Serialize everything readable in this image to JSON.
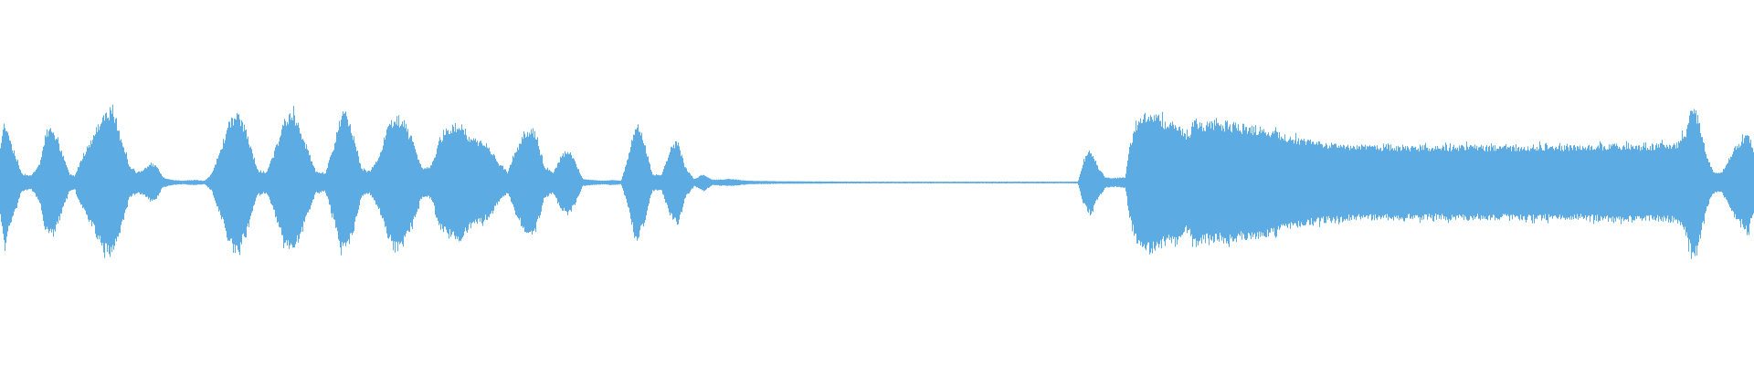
{
  "waveform": {
    "color": "#5dabe3",
    "background": "#ffffff",
    "envelope": [
      [
        0,
        0.38
      ],
      [
        5,
        0.72
      ],
      [
        14,
        0.4
      ],
      [
        24,
        0.1
      ],
      [
        34,
        0.08
      ],
      [
        44,
        0.22
      ],
      [
        50,
        0.58
      ],
      [
        58,
        0.62
      ],
      [
        66,
        0.4
      ],
      [
        76,
        0.1
      ],
      [
        82,
        0.08
      ],
      [
        90,
        0.3
      ],
      [
        98,
        0.45
      ],
      [
        106,
        0.62
      ],
      [
        114,
        0.8
      ],
      [
        122,
        0.84
      ],
      [
        128,
        0.66
      ],
      [
        136,
        0.42
      ],
      [
        142,
        0.17
      ],
      [
        150,
        0.12
      ],
      [
        158,
        0.15
      ],
      [
        166,
        0.22
      ],
      [
        172,
        0.18
      ],
      [
        178,
        0.06
      ],
      [
        188,
        0.03
      ],
      [
        200,
        0.02
      ],
      [
        212,
        0.03
      ],
      [
        224,
        0.02
      ],
      [
        232,
        0.1
      ],
      [
        242,
        0.4
      ],
      [
        252,
        0.72
      ],
      [
        262,
        0.78
      ],
      [
        272,
        0.52
      ],
      [
        282,
        0.14
      ],
      [
        292,
        0.12
      ],
      [
        302,
        0.4
      ],
      [
        312,
        0.74
      ],
      [
        322,
        0.78
      ],
      [
        334,
        0.46
      ],
      [
        346,
        0.12
      ],
      [
        356,
        0.1
      ],
      [
        366,
        0.45
      ],
      [
        374,
        0.8
      ],
      [
        384,
        0.66
      ],
      [
        396,
        0.16
      ],
      [
        404,
        0.12
      ],
      [
        414,
        0.28
      ],
      [
        424,
        0.62
      ],
      [
        432,
        0.78
      ],
      [
        442,
        0.7
      ],
      [
        452,
        0.48
      ],
      [
        462,
        0.16
      ],
      [
        472,
        0.18
      ],
      [
        482,
        0.52
      ],
      [
        492,
        0.62
      ],
      [
        504,
        0.66
      ],
      [
        514,
        0.52
      ],
      [
        526,
        0.46
      ],
      [
        536,
        0.4
      ],
      [
        546,
        0.22
      ],
      [
        556,
        0.12
      ],
      [
        566,
        0.4
      ],
      [
        576,
        0.6
      ],
      [
        586,
        0.58
      ],
      [
        596,
        0.18
      ],
      [
        606,
        0.12
      ],
      [
        614,
        0.3
      ],
      [
        622,
        0.38
      ],
      [
        630,
        0.24
      ],
      [
        638,
        0.04
      ],
      [
        648,
        0.03
      ],
      [
        660,
        0.02
      ],
      [
        670,
        0.03
      ],
      [
        680,
        0.02
      ],
      [
        688,
        0.3
      ],
      [
        696,
        0.7
      ],
      [
        704,
        0.52
      ],
      [
        714,
        0.1
      ],
      [
        724,
        0.08
      ],
      [
        734,
        0.4
      ],
      [
        742,
        0.48
      ],
      [
        750,
        0.18
      ],
      [
        760,
        0.04
      ],
      [
        770,
        0.1
      ],
      [
        780,
        0.03
      ],
      [
        800,
        0.04
      ],
      [
        820,
        0.02
      ],
      [
        850,
        0.015
      ],
      [
        900,
        0.012
      ],
      [
        960,
        0.01
      ],
      [
        1020,
        0.01
      ],
      [
        1080,
        0.01
      ],
      [
        1140,
        0.01
      ],
      [
        1180,
        0.01
      ],
      [
        1186,
        0.25
      ],
      [
        1194,
        0.38
      ],
      [
        1202,
        0.18
      ],
      [
        1210,
        0.06
      ],
      [
        1220,
        0.05
      ],
      [
        1232,
        0.06
      ],
      [
        1236,
        0.38
      ],
      [
        1242,
        0.62
      ],
      [
        1250,
        0.78
      ],
      [
        1260,
        0.8
      ],
      [
        1270,
        0.74
      ],
      [
        1280,
        0.66
      ],
      [
        1288,
        0.7
      ],
      [
        1296,
        0.58
      ],
      [
        1302,
        0.54
      ],
      [
        1306,
        0.72
      ],
      [
        1316,
        0.68
      ],
      [
        1330,
        0.66
      ],
      [
        1344,
        0.68
      ],
      [
        1360,
        0.64
      ],
      [
        1380,
        0.62
      ],
      [
        1400,
        0.56
      ],
      [
        1420,
        0.5
      ],
      [
        1440,
        0.46
      ],
      [
        1460,
        0.44
      ],
      [
        1480,
        0.42
      ],
      [
        1520,
        0.42
      ],
      [
        1560,
        0.41
      ],
      [
        1600,
        0.42
      ],
      [
        1640,
        0.41
      ],
      [
        1680,
        0.42
      ],
      [
        1720,
        0.41
      ],
      [
        1760,
        0.43
      ],
      [
        1800,
        0.42
      ],
      [
        1836,
        0.45
      ],
      [
        1846,
        0.6
      ],
      [
        1852,
        0.88
      ],
      [
        1860,
        0.72
      ],
      [
        1868,
        0.3
      ],
      [
        1876,
        0.12
      ],
      [
        1884,
        0.1
      ],
      [
        1892,
        0.26
      ],
      [
        1900,
        0.42
      ],
      [
        1908,
        0.5
      ],
      [
        1914,
        0.56
      ],
      [
        1920,
        0.32
      ]
    ]
  }
}
